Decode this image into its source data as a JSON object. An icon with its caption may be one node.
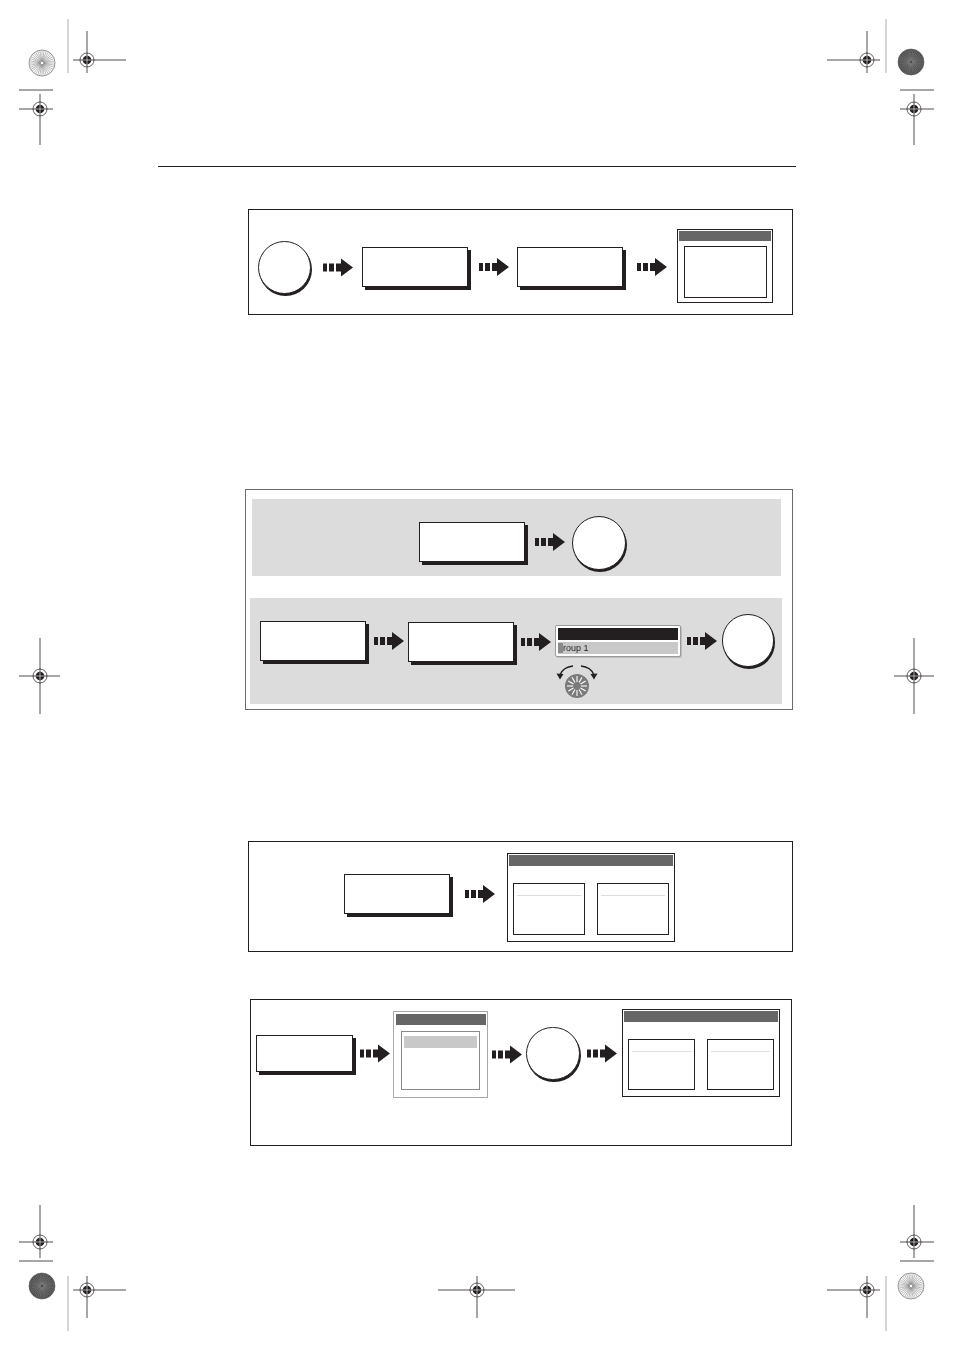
{
  "diagram": {
    "nodes": [
      {
        "text": [],
        "shape": "box"
      },
      {
        "text": [],
        "shape": "circle",
        "in": 0
      },
      {
        "text": [],
        "shape": "box",
        "in": 0
      },
      {
        "text": [],
        "shape": "box",
        "in": 0
      },
      {
        "text": [],
        "shape": "screen",
        "in": 0
      },
      {
        "text": [],
        "shape": "box"
      },
      {
        "text": [],
        "shape": "band",
        "in": 5
      },
      {
        "text": [],
        "shape": "box",
        "in": 6
      },
      {
        "text": [],
        "shape": "circle",
        "in": 6
      },
      {
        "text": [],
        "shape": "band",
        "in": 5
      },
      {
        "text": [],
        "shape": "box",
        "in": 9
      },
      {
        "text": [],
        "shape": "box",
        "in": 9
      },
      {
        "text": [
          "roup 1"
        ],
        "in": 9
      },
      {
        "text": [],
        "shape": "circle",
        "in": 9
      },
      {
        "text": [],
        "shape": "box"
      },
      {
        "text": [],
        "shape": "box",
        "in": 14
      },
      {
        "text": [],
        "shape": "screen",
        "in": 14
      },
      {
        "text": [],
        "shape": "box"
      },
      {
        "text": [],
        "shape": "box",
        "in": 17
      },
      {
        "text": [],
        "shape": "screen",
        "in": 17
      },
      {
        "text": [],
        "shape": "circle",
        "in": 17
      },
      {
        "text": [],
        "shape": "screen",
        "in": 17
      }
    ],
    "edges": [
      {
        "from": 1,
        "to": 2,
        "arrow": "to"
      },
      {
        "from": 2,
        "to": 3,
        "arrow": "to"
      },
      {
        "from": 3,
        "to": 4,
        "arrow": "to"
      },
      {
        "from": 7,
        "to": 8,
        "arrow": "to"
      },
      {
        "from": 10,
        "to": 11,
        "arrow": "to"
      },
      {
        "from": 11,
        "to": 12,
        "arrow": "to"
      },
      {
        "from": 12,
        "to": 13,
        "arrow": "to"
      },
      {
        "from": 15,
        "to": 16,
        "arrow": "to"
      },
      {
        "from": 18,
        "to": 19,
        "arrow": "to"
      },
      {
        "from": 19,
        "to": 20,
        "arrow": "to"
      },
      {
        "from": 20,
        "to": 21,
        "arrow": "to"
      }
    ]
  }
}
